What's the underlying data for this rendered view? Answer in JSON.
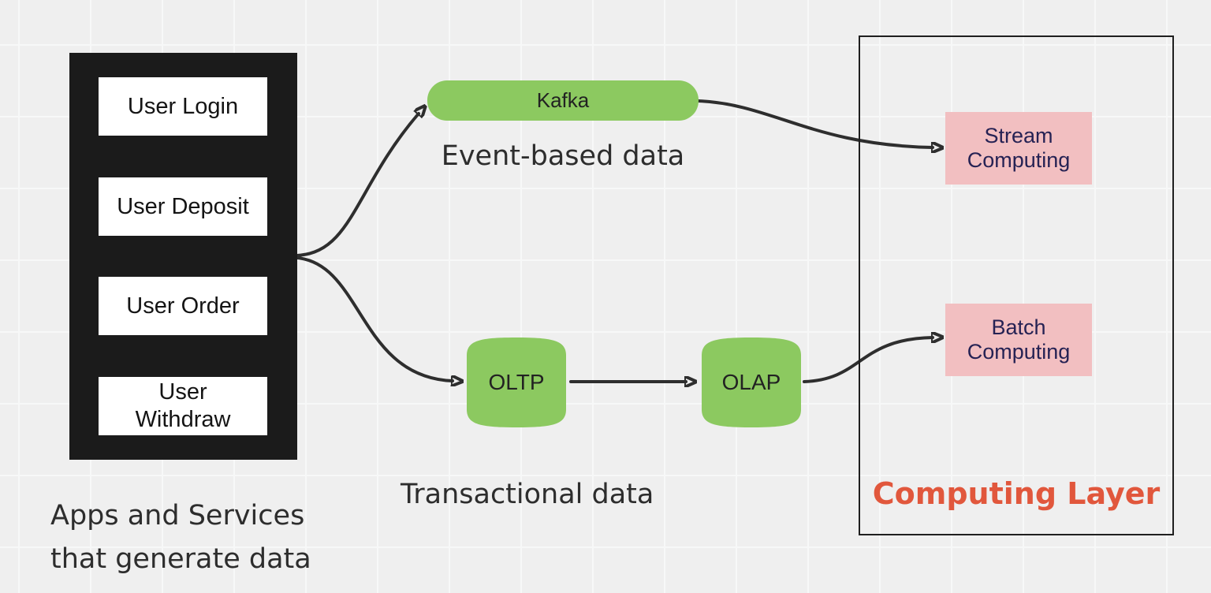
{
  "colors": {
    "background": "#efefef",
    "grid_line": "#f7f8f8",
    "group_box_black": "#1b1b1b",
    "node_green": "#8cc960",
    "node_pink": "#f2bfc1",
    "pink_text_navy": "#262254",
    "accent_orange": "#e1573c",
    "arrow": "#2e2e2e"
  },
  "apps_group": {
    "items": [
      "User Login",
      "User Deposit",
      "User Order",
      "User\nWithdraw"
    ],
    "caption": "Apps and Services\nthat generate data"
  },
  "event_flow": {
    "kafka": "Kafka",
    "caption": "Event-based data"
  },
  "transactional_flow": {
    "oltp": "OLTP",
    "olap": "OLAP",
    "caption": "Transactional data"
  },
  "computing_layer": {
    "title": "Computing Layer",
    "stream": "Stream\nComputing",
    "batch": "Batch\nComputing"
  }
}
